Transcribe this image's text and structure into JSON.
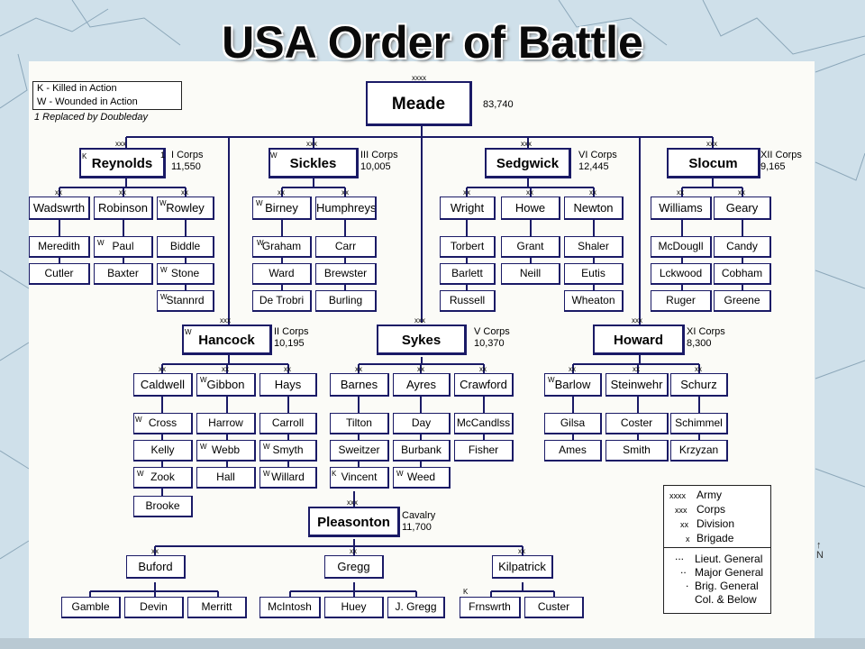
{
  "title": "USA Order of Battle",
  "key": {
    "k": "K - Killed in Action",
    "w": "W - Wounded in Action",
    "note": "1 Replaced by Doubleday"
  },
  "army": {
    "name": "Meade",
    "strength": "83,740",
    "symbol": "xxxx"
  },
  "corps": [
    {
      "name": "Reynolds",
      "label": "I Corps",
      "strength": "11,550"
    },
    {
      "name": "Sickles",
      "label": "III Corps",
      "strength": "10,005"
    },
    {
      "name": "Sedgwick",
      "label": "VI Corps",
      "strength": "12,445"
    },
    {
      "name": "Slocum",
      "label": "XII Corps",
      "strength": "9,165"
    },
    {
      "name": "Hancock",
      "label": "II Corps",
      "strength": "10,195"
    },
    {
      "name": "Sykes",
      "label": "V Corps",
      "strength": "10,370"
    },
    {
      "name": "Howard",
      "label": "XI Corps",
      "strength": "8,300"
    },
    {
      "name": "Pleasonton",
      "label": "Cavalry",
      "strength": "11,700"
    }
  ],
  "divisions": [
    "Wadswrth",
    "Robinson",
    "Rowley",
    "Birney",
    "Humphreys",
    "Wright",
    "Howe",
    "Newton",
    "Williams",
    "Geary",
    "Caldwell",
    "Gibbon",
    "Hays",
    "Barnes",
    "Ayres",
    "Crawford",
    "Barlow",
    "Steinwehr",
    "Schurz",
    "Buford",
    "Gregg",
    "Kilpatrick"
  ],
  "brigades": [
    "Meredith",
    "Cutler",
    "Paul",
    "Baxter",
    "Biddle",
    "Stone",
    "Stannrd",
    "Graham",
    "Ward",
    "De Trobri",
    "Carr",
    "Brewster",
    "Burling",
    "Torbert",
    "Barlett",
    "Russell",
    "Grant",
    "Neill",
    "Shaler",
    "Eutis",
    "Wheaton",
    "McDougll",
    "Lckwood",
    "Ruger",
    "Candy",
    "Cobham",
    "Greene",
    "Cross",
    "Kelly",
    "Zook",
    "Brooke",
    "Harrow",
    "Webb",
    "Hall",
    "Carroll",
    "Smyth",
    "Willard",
    "Tilton",
    "Sweitzer",
    "Vincent",
    "Day",
    "Burbank",
    "Weed",
    "McCandlss",
    "Fisher",
    "Gilsa",
    "Ames",
    "Coster",
    "Smith",
    "Schimmel",
    "Krzyzan",
    "Gamble",
    "Devin",
    "Merritt",
    "McIntosh",
    "Huey",
    "J. Gregg",
    "Frnswrth",
    "Custer"
  ],
  "marks": {
    "army": "xxxx",
    "corps": "xxx",
    "division": "xx",
    "brigade": "x",
    "w": "W",
    "k": "K",
    "one": "1",
    "lt": "...",
    "maj": "..",
    "brig": "."
  },
  "legend": {
    "army": "Army",
    "corps": "Corps",
    "division": "Division",
    "brigade": "Brigade",
    "lt": "Lieut. General",
    "maj": "Major General",
    "brig": "Brig. General",
    "col": "Col. & Below"
  }
}
